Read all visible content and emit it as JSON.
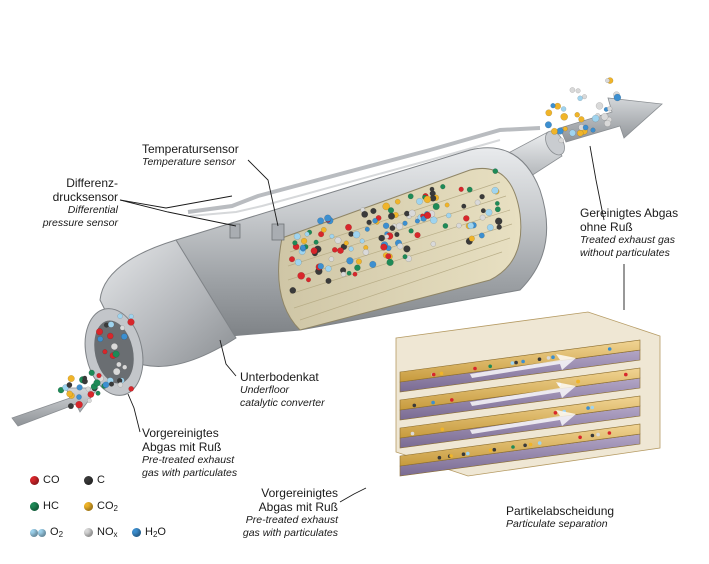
{
  "labels": {
    "temp": {
      "de": "Temperatursensor",
      "en": "Temperature sensor"
    },
    "diff": {
      "de1": "Differenz-",
      "de2": "drucksensor",
      "en1": "Differential",
      "en2": "pressure sensor"
    },
    "clean": {
      "de1": "Gereinigtes Abgas",
      "de2": "ohne Ruß",
      "en1": "Treated exhaust gas",
      "en2": "without particulates"
    },
    "under": {
      "de": "Unterbodenkat",
      "en1": "Underfloor",
      "en2": "catalytic converter"
    },
    "pre1": {
      "de1": "Vorgereinigtes",
      "de2": "Abgas mit Ruß",
      "en1": "Pre-treated exhaust",
      "en2": "gas with particulates"
    },
    "pre2": {
      "de1": "Vorgereinigtes",
      "de2": "Abgas mit Ruß",
      "en1": "Pre-treated exhaust",
      "en2": "gas with particulates"
    },
    "sep": {
      "de": "Partikelabscheidung",
      "en": "Particulate separation"
    }
  },
  "legend": [
    {
      "label": "CO",
      "colors": [
        "#d8262b"
      ],
      "icon": "co-molecule-icon"
    },
    {
      "label": "C",
      "colors": [
        "#3a3a3a"
      ],
      "icon": "carbon-particle-icon"
    },
    {
      "label": "HC",
      "colors": [
        "#1e8a57"
      ],
      "icon": "hc-molecule-icon"
    },
    {
      "label": "CO",
      "sub": "2",
      "colors": [
        "#f0b429"
      ],
      "icon": "co2-molecule-icon"
    },
    {
      "label": "O",
      "sub": "2",
      "colors": [
        "#9fd4ef",
        "#9fd4ef"
      ],
      "icon": "o2-molecule-icon"
    },
    {
      "label": "NO",
      "sub": "x",
      "colors": [
        "#d9d9d9"
      ],
      "icon": "nox-molecule-icon"
    },
    {
      "label": "H",
      "sub": "2",
      "tail": "O",
      "colors": [
        "#3c8fd0"
      ],
      "icon": "h2o-molecule-icon"
    }
  ],
  "colors": {
    "metal": "#b9bcc0",
    "filter": "#d8b46a",
    "channel": "#8e7fa6",
    "arrow": "#a9adb2"
  }
}
